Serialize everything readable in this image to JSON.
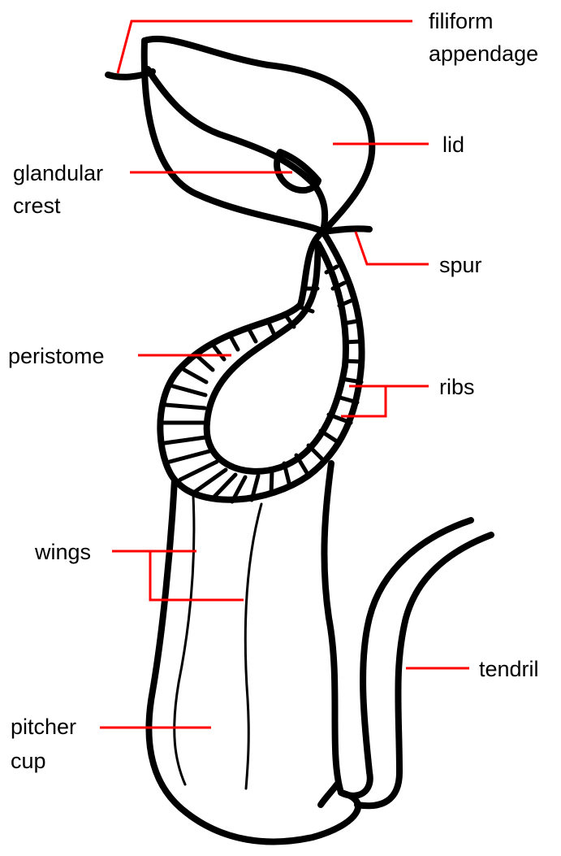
{
  "diagram": {
    "labels": {
      "filiform_appendage": [
        "filiform",
        "appendage"
      ],
      "lid": "lid",
      "glandular_crest": [
        "glandular",
        "crest"
      ],
      "spur": "spur",
      "peristome": "peristome",
      "ribs": "ribs",
      "wings": "wings",
      "tendril": "tendril",
      "pitcher_cup": [
        "pitcher",
        "cup"
      ]
    }
  },
  "colors": {
    "outline": "#000000",
    "leader_line": "#ff0000",
    "background": "#ffffff"
  }
}
